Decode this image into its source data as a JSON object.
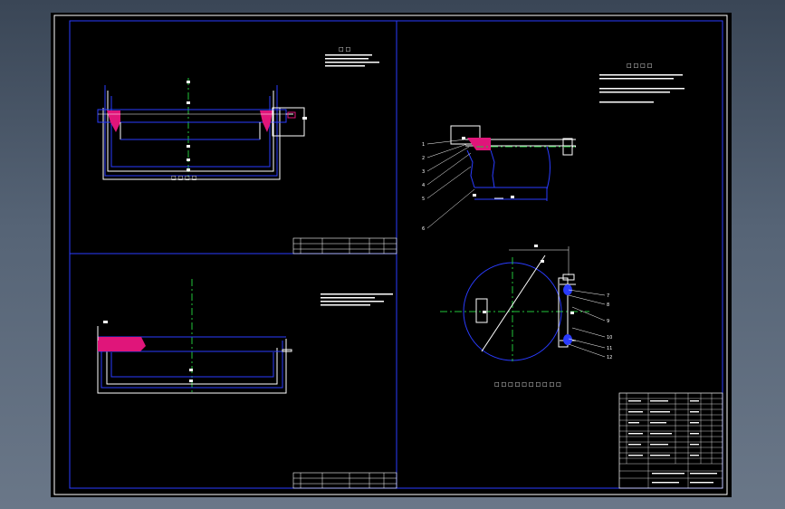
{
  "colors": {
    "background": "#000000",
    "frame": "#ffffff",
    "outline": "#1f2cff",
    "section_fill": "#e0157a",
    "centerline": "#22c43a",
    "leader": "#ffffff"
  },
  "views": {
    "view1_caption": "□ □ □ □",
    "view2_caption": "",
    "view3_caption": "□ □ □ □ □ □ □ □ □ □",
    "notes_title_left": "□ □",
    "notes_title_right": "□ □ □ □"
  },
  "balloons": [
    "1",
    "2",
    "3",
    "4",
    "5",
    "6",
    "7",
    "8",
    "9",
    "10",
    "11",
    "12"
  ],
  "title_block": {
    "company": "",
    "drawing_name": "",
    "scale": "",
    "sheet": ""
  }
}
